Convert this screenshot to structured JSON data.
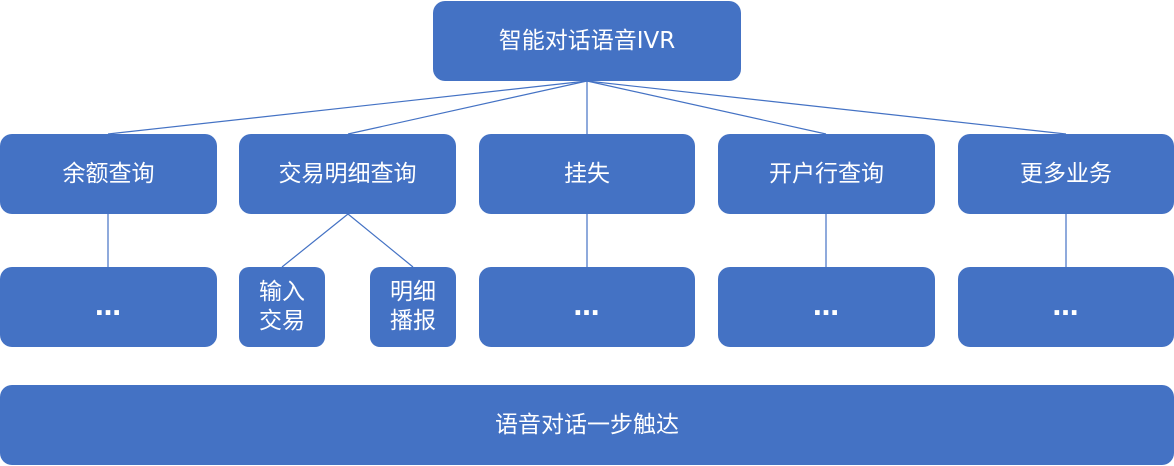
{
  "root": {
    "label": "智能对话语音IVR"
  },
  "categories": [
    {
      "label": "余额查询"
    },
    {
      "label": "交易明细查询"
    },
    {
      "label": "挂失"
    },
    {
      "label": "开户行查询"
    },
    {
      "label": "更多业务"
    }
  ],
  "details": {
    "balance": "…",
    "transaction_input": "输入交易",
    "transaction_playback": "明细播报",
    "loss_report": "…",
    "bank_branch": "…",
    "more": "…"
  },
  "footer": {
    "label": "语音对话一步触达"
  },
  "colors": {
    "box": "#4472c4",
    "line": "#4472c4",
    "text": "#ffffff"
  }
}
